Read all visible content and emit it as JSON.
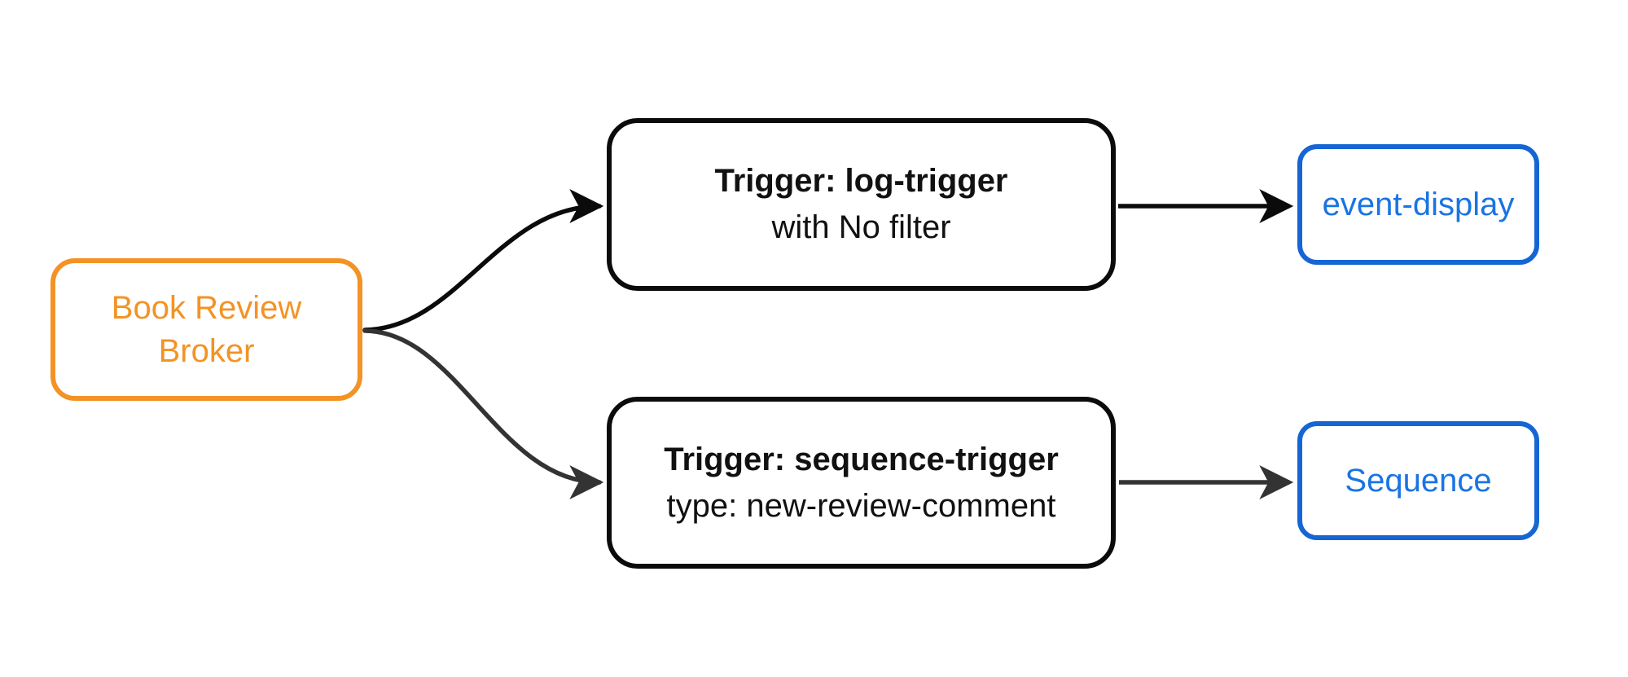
{
  "colors": {
    "bg": "#ffffff",
    "orange": "#f39325",
    "trigger_border": "#0b0b0b",
    "trigger_text": "#111111",
    "blue_border": "#1566d4",
    "blue_text": "#1a74e2",
    "edge_dark": "#0b0b0b",
    "edge_gray": "#333333"
  },
  "nodes": {
    "broker": {
      "label_line1": "Book Review",
      "label_line2": "Broker"
    },
    "log_trigger": {
      "title": "Trigger: log-trigger",
      "subtitle": "with No filter"
    },
    "sequence_trigger": {
      "title": "Trigger: sequence-trigger",
      "subtitle": "type: new-review-comment"
    },
    "event_display": {
      "label": "event-display"
    },
    "sequence": {
      "label": "Sequence"
    }
  },
  "edges": [
    {
      "from": "Book Review Broker",
      "to": "Trigger: log-trigger",
      "color": "#0b0b0b"
    },
    {
      "from": "Book Review Broker",
      "to": "Trigger: sequence-trigger",
      "color": "#333333"
    },
    {
      "from": "Trigger: log-trigger",
      "to": "event-display",
      "color": "#0b0b0b"
    },
    {
      "from": "Trigger: sequence-trigger",
      "to": "Sequence",
      "color": "#333333"
    }
  ]
}
